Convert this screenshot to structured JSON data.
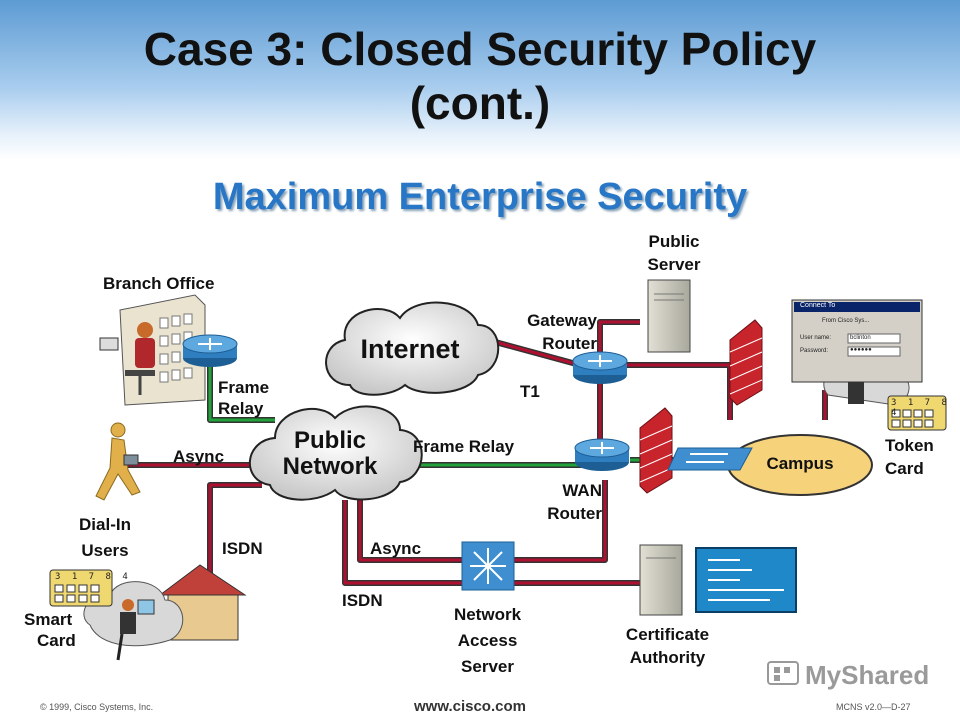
{
  "slide": {
    "title_line1": "Case 3: Closed Security Policy",
    "title_line2": "(cont.)",
    "subtitle": "Maximum Enterprise Security"
  },
  "nodes": {
    "branch_office": "Branch Office",
    "frame_relay_branch": [
      "Frame",
      "Relay"
    ],
    "async_left": "Async",
    "dial_in_users": [
      "Dial-In",
      "Users"
    ],
    "isdn_left": "ISDN",
    "smart_card": [
      "Smart",
      "Card"
    ],
    "smart_card_digits": "3 1 7 8 4",
    "internet": "Internet",
    "public_network": [
      "Public",
      "Network"
    ],
    "public_server": [
      "Public",
      "Server"
    ],
    "gateway_router": [
      "Gateway",
      "Router"
    ],
    "t1": "T1",
    "frame_relay_center": "Frame Relay",
    "wan_router": [
      "WAN",
      "Router"
    ],
    "campus": "Campus",
    "token_card": [
      "Token",
      "Card"
    ],
    "token_card_digits": "3 1 7 8 4",
    "async_bottom": "Async",
    "isdn_bottom": "ISDN",
    "network_access_server": [
      "Network",
      "Access",
      "Server"
    ],
    "certificate_authority": [
      "Certificate",
      "Authority"
    ]
  },
  "login_window": {
    "title": "Connect To",
    "from": "From Cisco Sys...",
    "user_label": "User name:",
    "user_value": "bclinton",
    "password_label": "Password:",
    "password_value": "●●●●●●"
  },
  "footer": {
    "copyright": "© 1999, Cisco Systems, Inc.",
    "url": "www.cisco.com",
    "code": "MCNS v2.0—D-27",
    "watermark": "MyShared"
  },
  "colors": {
    "link": "#b01030",
    "frame_relay_link": "#22a23a",
    "router": "#2f7fc0",
    "firewall": "#c8242c",
    "campus": "#f6d27a",
    "title_accent": "#2876c6"
  },
  "icons": [
    "router-icon",
    "firewall-icon",
    "server-icon",
    "cloud-icon",
    "switch-icon",
    "access-server-icon",
    "person-icon",
    "building-icon",
    "house-icon",
    "certificate-icon"
  ]
}
